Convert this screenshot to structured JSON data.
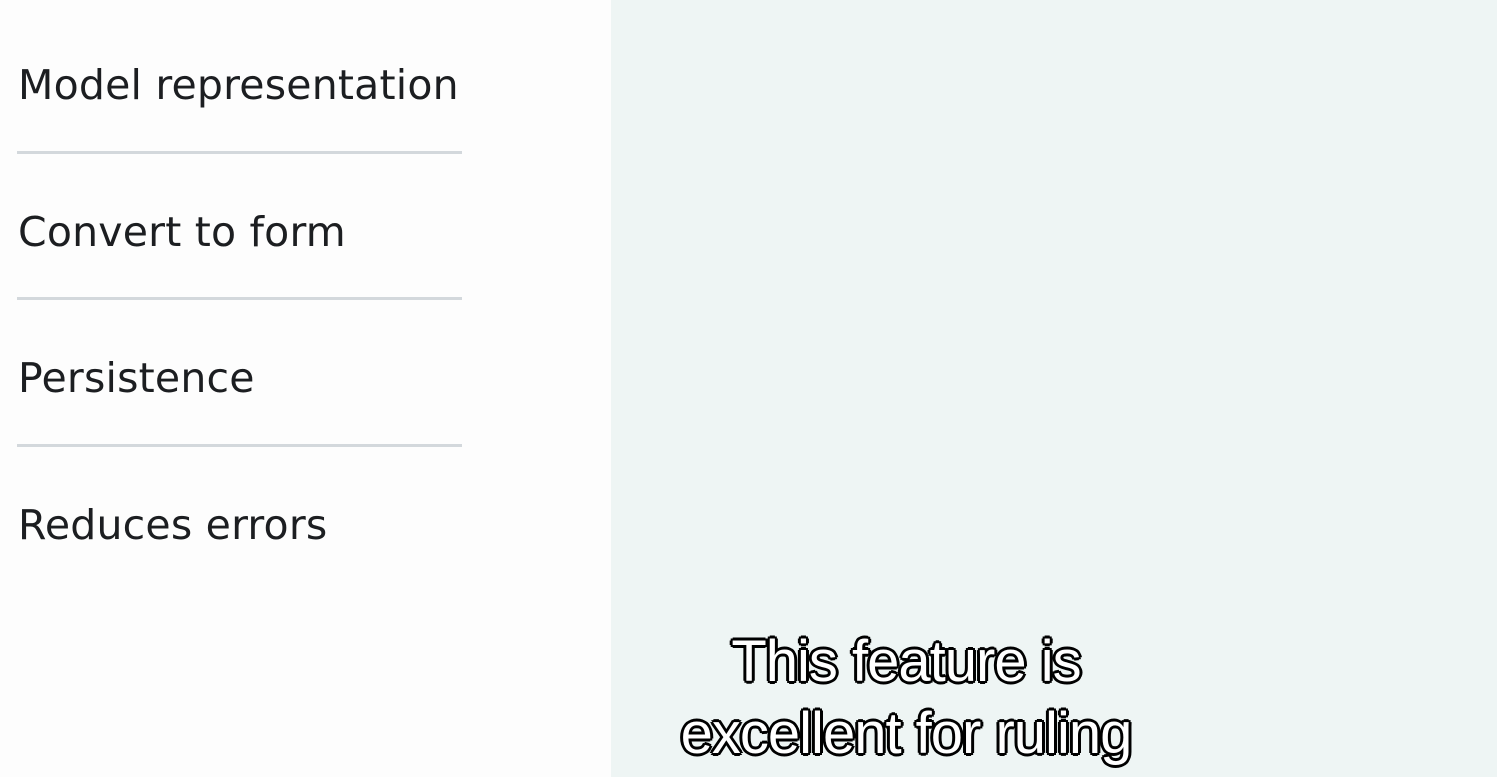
{
  "topics": [
    {
      "label": "Model representation"
    },
    {
      "label": "Convert to form"
    },
    {
      "label": "Persistence"
    },
    {
      "label": "Reduces errors"
    }
  ],
  "caption": {
    "line1": "This feature is",
    "line2": "excellent for ruling"
  }
}
